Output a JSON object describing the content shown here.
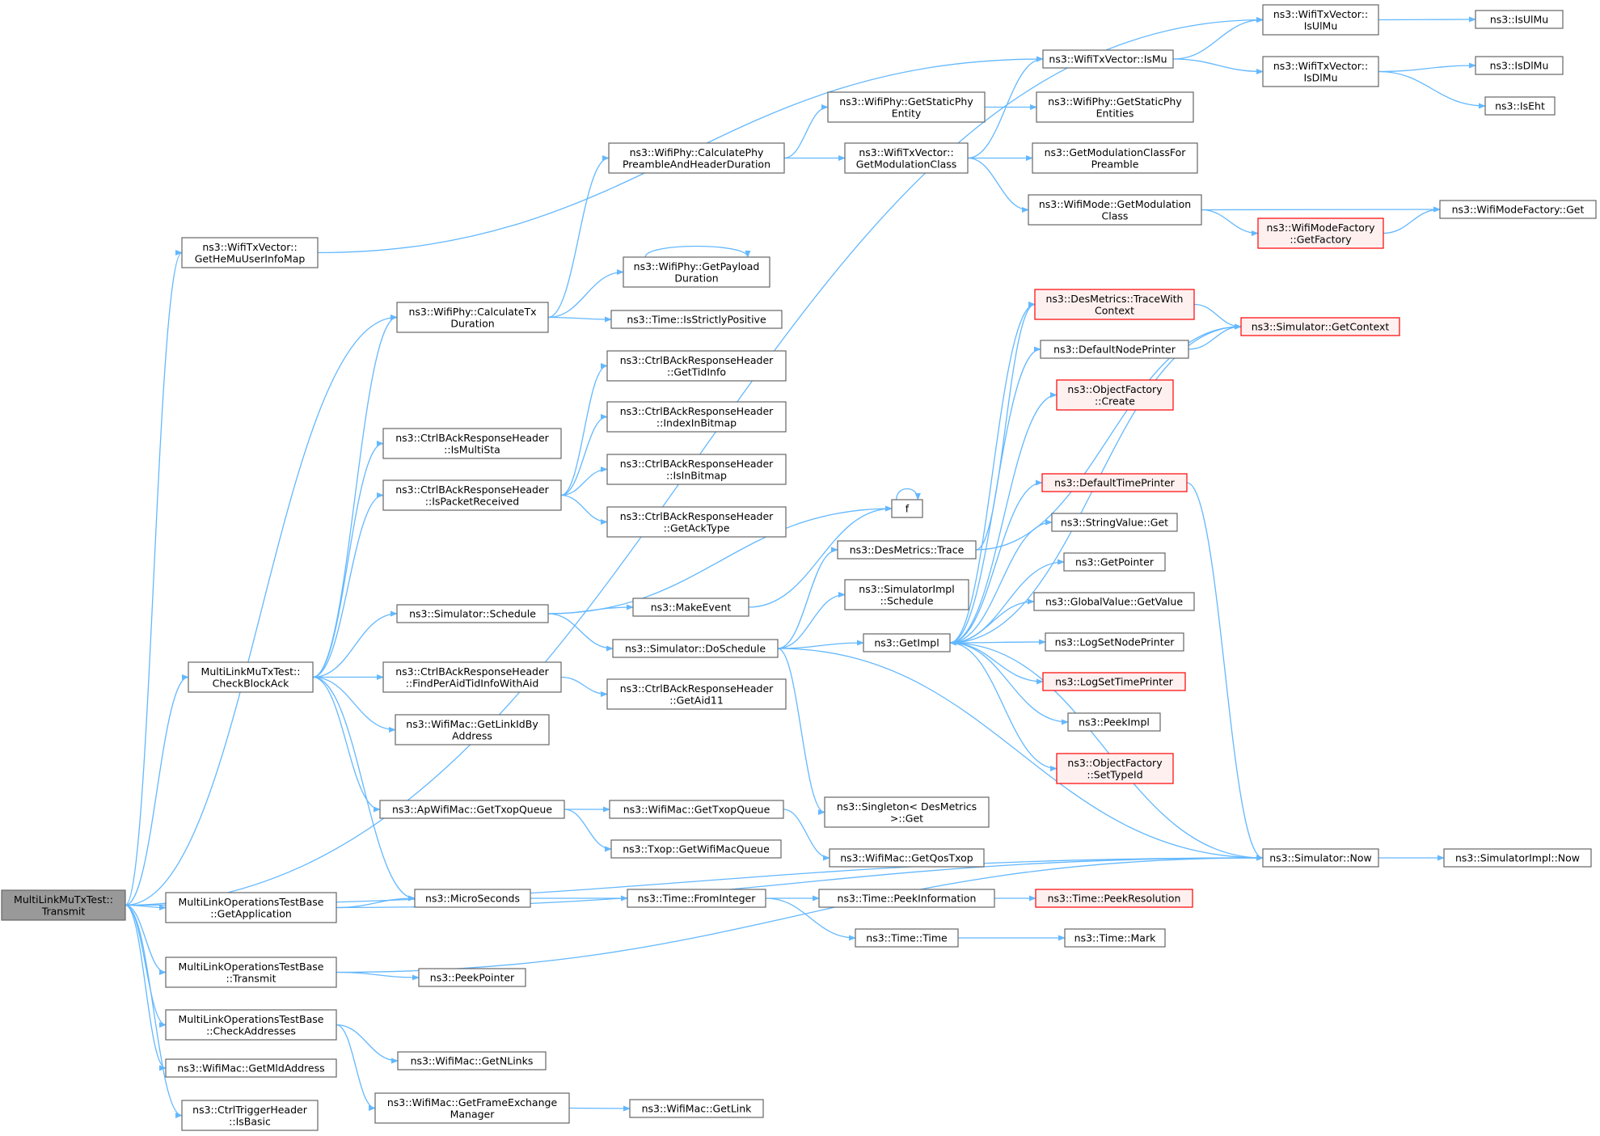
{
  "diagram": {
    "nodes": [
      {
        "id": "root",
        "lines": [
          "MultiLinkMuTxTest::",
          "Transmit"
        ],
        "style": "root"
      },
      {
        "id": "getHeMu",
        "lines": [
          "ns3::WifiTxVector::",
          "GetHeMuUserInfoMap"
        ]
      },
      {
        "id": "checkBA",
        "lines": [
          "MultiLinkMuTxTest::",
          "CheckBlockAck"
        ]
      },
      {
        "id": "getApp",
        "lines": [
          "MultiLinkOperationsTestBase",
          "::GetApplication"
        ]
      },
      {
        "id": "mlTransmit",
        "lines": [
          "MultiLinkOperationsTestBase",
          "::Transmit"
        ]
      },
      {
        "id": "checkAddr",
        "lines": [
          "MultiLinkOperationsTestBase",
          "::CheckAddresses"
        ]
      },
      {
        "id": "getMld",
        "lines": [
          "ns3::WifiMac::GetMldAddress"
        ]
      },
      {
        "id": "isBasic",
        "lines": [
          "ns3::CtrlTriggerHeader",
          "::IsBasic"
        ]
      },
      {
        "id": "calcTx",
        "lines": [
          "ns3::WifiPhy::CalculateTx",
          "Duration"
        ]
      },
      {
        "id": "isMultiSta",
        "lines": [
          "ns3::CtrlBAckResponseHeader",
          "::IsMultiSta"
        ]
      },
      {
        "id": "isPktRecv",
        "lines": [
          "ns3::CtrlBAckResponseHeader",
          "::IsPacketReceived"
        ]
      },
      {
        "id": "simSchedule",
        "lines": [
          "ns3::Simulator::Schedule"
        ]
      },
      {
        "id": "findPerAid",
        "lines": [
          "ns3::CtrlBAckResponseHeader",
          "::FindPerAidTidInfoWithAid"
        ]
      },
      {
        "id": "getLinkId",
        "lines": [
          "ns3::WifiMac::GetLinkIdBy",
          "Address"
        ]
      },
      {
        "id": "apGetTxop",
        "lines": [
          "ns3::ApWifiMac::GetTxopQueue"
        ]
      },
      {
        "id": "micro",
        "lines": [
          "ns3::MicroSeconds"
        ]
      },
      {
        "id": "peekPtr",
        "lines": [
          "ns3::PeekPointer"
        ]
      },
      {
        "id": "getNLinks",
        "lines": [
          "ns3::WifiMac::GetNLinks"
        ]
      },
      {
        "id": "getFEM",
        "lines": [
          "ns3::WifiMac::GetFrameExchange",
          "Manager"
        ]
      },
      {
        "id": "calcPre",
        "lines": [
          "ns3::WifiPhy::CalculatePhy",
          "PreambleAndHeaderDuration"
        ]
      },
      {
        "id": "getPayload",
        "lines": [
          "ns3::WifiPhy::GetPayload",
          "Duration"
        ]
      },
      {
        "id": "strictPos",
        "lines": [
          "ns3::Time::IsStrictlyPositive"
        ]
      },
      {
        "id": "getTidInfo",
        "lines": [
          "ns3::CtrlBAckResponseHeader",
          "::GetTidInfo"
        ]
      },
      {
        "id": "idxBitmap",
        "lines": [
          "ns3::CtrlBAckResponseHeader",
          "::IndexInBitmap"
        ]
      },
      {
        "id": "isInBitmap",
        "lines": [
          "ns3::CtrlBAckResponseHeader",
          "::IsInBitmap"
        ]
      },
      {
        "id": "getAckType",
        "lines": [
          "ns3::CtrlBAckResponseHeader",
          "::GetAckType"
        ]
      },
      {
        "id": "makeEvent",
        "lines": [
          "ns3::MakeEvent"
        ]
      },
      {
        "id": "doSchedule",
        "lines": [
          "ns3::Simulator::DoSchedule"
        ]
      },
      {
        "id": "getAid11",
        "lines": [
          "ns3::CtrlBAckResponseHeader",
          "::GetAid11"
        ]
      },
      {
        "id": "wmGetTxop",
        "lines": [
          "ns3::WifiMac::GetTxopQueue"
        ]
      },
      {
        "id": "txopGetWmq",
        "lines": [
          "ns3::Txop::GetWifiMacQueue"
        ]
      },
      {
        "id": "fromInt",
        "lines": [
          "ns3::Time::FromInteger"
        ]
      },
      {
        "id": "getLink",
        "lines": [
          "ns3::WifiMac::GetLink"
        ]
      },
      {
        "id": "staticPhyEnt",
        "lines": [
          "ns3::WifiPhy::GetStaticPhy",
          "Entity"
        ]
      },
      {
        "id": "getModClass",
        "lines": [
          "ns3::WifiTxVector::",
          "GetModulationClass"
        ]
      },
      {
        "id": "f",
        "lines": [
          "f"
        ]
      },
      {
        "id": "desTrace",
        "lines": [
          "ns3::DesMetrics::Trace"
        ]
      },
      {
        "id": "simImplSched",
        "lines": [
          "ns3::SimulatorImpl",
          "::Schedule"
        ]
      },
      {
        "id": "getImpl",
        "lines": [
          "ns3::GetImpl"
        ]
      },
      {
        "id": "singleton",
        "lines": [
          "ns3::Singleton< DesMetrics",
          ">::Get"
        ]
      },
      {
        "id": "getQos",
        "lines": [
          "ns3::WifiMac::GetQosTxop"
        ]
      },
      {
        "id": "peekInfo",
        "lines": [
          "ns3::Time::PeekInformation"
        ]
      },
      {
        "id": "timeTime",
        "lines": [
          "ns3::Time::Time"
        ]
      },
      {
        "id": "isMu",
        "lines": [
          "ns3::WifiTxVector::IsMu"
        ]
      },
      {
        "id": "staticPhyEnts",
        "lines": [
          "ns3::WifiPhy::GetStaticPhy",
          "Entities"
        ]
      },
      {
        "id": "getModPre",
        "lines": [
          "ns3::GetModulationClassFor",
          "Preamble"
        ]
      },
      {
        "id": "modeGetMod",
        "lines": [
          "ns3::WifiMode::GetModulation",
          "Class"
        ]
      },
      {
        "id": "traceCtx",
        "lines": [
          "ns3::DesMetrics::TraceWith",
          "Context"
        ],
        "style": "red"
      },
      {
        "id": "defNodePr",
        "lines": [
          "ns3::DefaultNodePrinter"
        ]
      },
      {
        "id": "objCreate",
        "lines": [
          "ns3::ObjectFactory",
          "::Create"
        ],
        "style": "red"
      },
      {
        "id": "defTimePr",
        "lines": [
          "ns3::DefaultTimePrinter"
        ],
        "style": "red"
      },
      {
        "id": "strValGet",
        "lines": [
          "ns3::StringValue::Get"
        ]
      },
      {
        "id": "getPointer",
        "lines": [
          "ns3::GetPointer"
        ]
      },
      {
        "id": "gvGetValue",
        "lines": [
          "ns3::GlobalValue::GetValue"
        ]
      },
      {
        "id": "logNode",
        "lines": [
          "ns3::LogSetNodePrinter"
        ]
      },
      {
        "id": "logTime",
        "lines": [
          "ns3::LogSetTimePrinter"
        ],
        "style": "red"
      },
      {
        "id": "peekImpl",
        "lines": [
          "ns3::PeekImpl"
        ]
      },
      {
        "id": "setTypeId",
        "lines": [
          "ns3::ObjectFactory",
          "::SetTypeId"
        ],
        "style": "red"
      },
      {
        "id": "peekRes",
        "lines": [
          "ns3::Time::PeekResolution"
        ],
        "style": "red"
      },
      {
        "id": "timeMark",
        "lines": [
          "ns3::Time::Mark"
        ]
      },
      {
        "id": "isUlMuVec",
        "lines": [
          "ns3::WifiTxVector::",
          "IsUlMu"
        ]
      },
      {
        "id": "isDlMuVec",
        "lines": [
          "ns3::WifiTxVector::",
          "IsDlMu"
        ]
      },
      {
        "id": "modeFactGetFact",
        "lines": [
          "ns3::WifiModeFactory",
          "::GetFactory"
        ],
        "style": "red"
      },
      {
        "id": "getContext",
        "lines": [
          "ns3::Simulator::GetContext"
        ],
        "style": "red"
      },
      {
        "id": "simNow",
        "lines": [
          "ns3::Simulator::Now"
        ]
      },
      {
        "id": "isUlMu",
        "lines": [
          "ns3::IsUlMu"
        ]
      },
      {
        "id": "isDlMu",
        "lines": [
          "ns3::IsDlMu"
        ]
      },
      {
        "id": "isEht",
        "lines": [
          "ns3::IsEht"
        ]
      },
      {
        "id": "modeFactGet",
        "lines": [
          "ns3::WifiModeFactory::Get"
        ]
      },
      {
        "id": "simImplNow",
        "lines": [
          "ns3::SimulatorImpl::Now"
        ]
      }
    ]
  }
}
